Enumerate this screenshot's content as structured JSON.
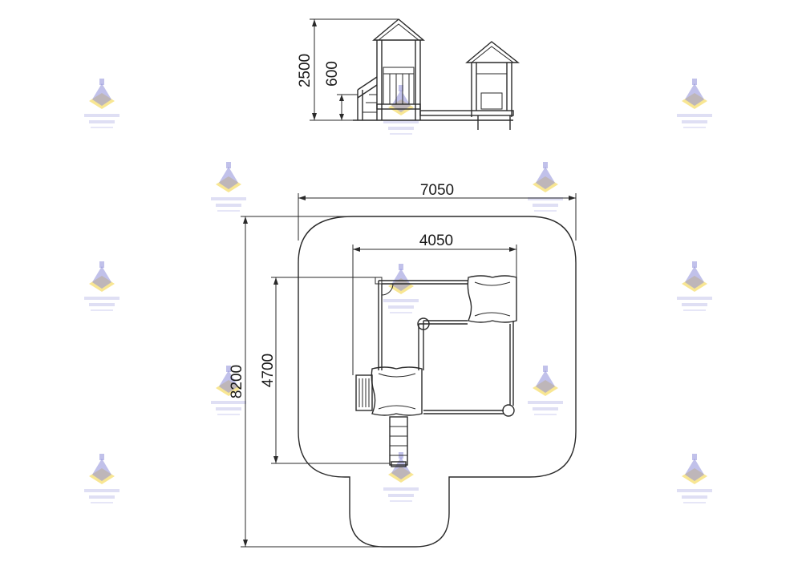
{
  "dimensions": {
    "total_width": "7050",
    "inner_width": "4050",
    "total_depth": "8200",
    "inner_depth": "4700",
    "total_height": "2500",
    "platform_height": "600"
  },
  "colors": {
    "line": "#2a2a2a",
    "watermark_purple": "#8e8ed8",
    "watermark_yellow": "#f2d23a"
  }
}
